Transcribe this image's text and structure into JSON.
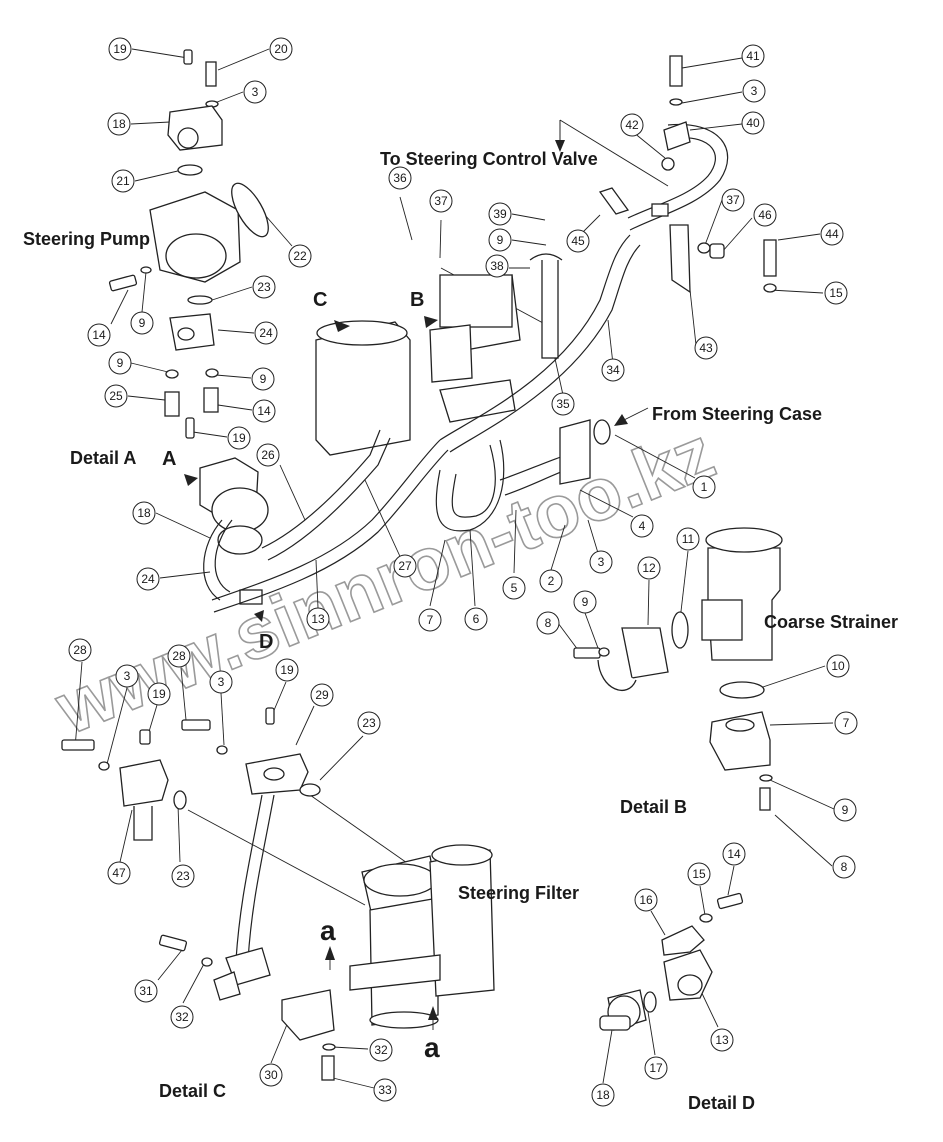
{
  "titles": {
    "steering_pump": "Steering Pump",
    "to_valve": "To Steering Control Valve",
    "from_case": "From Steering Case",
    "detail_a": "Detail A",
    "coarse_strainer": "Coarse Strainer",
    "detail_b": "Detail B",
    "steering_filter": "Steering Filter",
    "detail_c": "Detail C",
    "detail_d": "Detail D"
  },
  "letters": {
    "a_main": "A",
    "b_arrow": "B",
    "c_arrow": "C",
    "d_arrow": "D",
    "a_low1": "a",
    "a_low2": "a"
  },
  "watermark": "www.sinnron-too.kz",
  "callouts": [
    "19",
    "20",
    "3",
    "18",
    "21",
    "22",
    "14",
    "9",
    "23",
    "24",
    "9",
    "9",
    "25",
    "14",
    "19",
    "18",
    "24",
    "26",
    "27",
    "13",
    "7",
    "6",
    "5",
    "2",
    "3",
    "4",
    "1",
    "36",
    "37",
    "39",
    "9",
    "38",
    "45",
    "35",
    "34",
    "41",
    "3",
    "42",
    "40",
    "37",
    "46",
    "44",
    "15",
    "43",
    "12",
    "11",
    "8",
    "9",
    "10",
    "7",
    "9",
    "8",
    "28",
    "3",
    "19",
    "28",
    "3",
    "19",
    "29",
    "23",
    "47",
    "23",
    "31",
    "32",
    "30",
    "32",
    "33",
    "14",
    "15",
    "16",
    "13",
    "17",
    "18"
  ],
  "colors": {
    "ink": "#222222",
    "watermark": "#9a9a9a"
  }
}
